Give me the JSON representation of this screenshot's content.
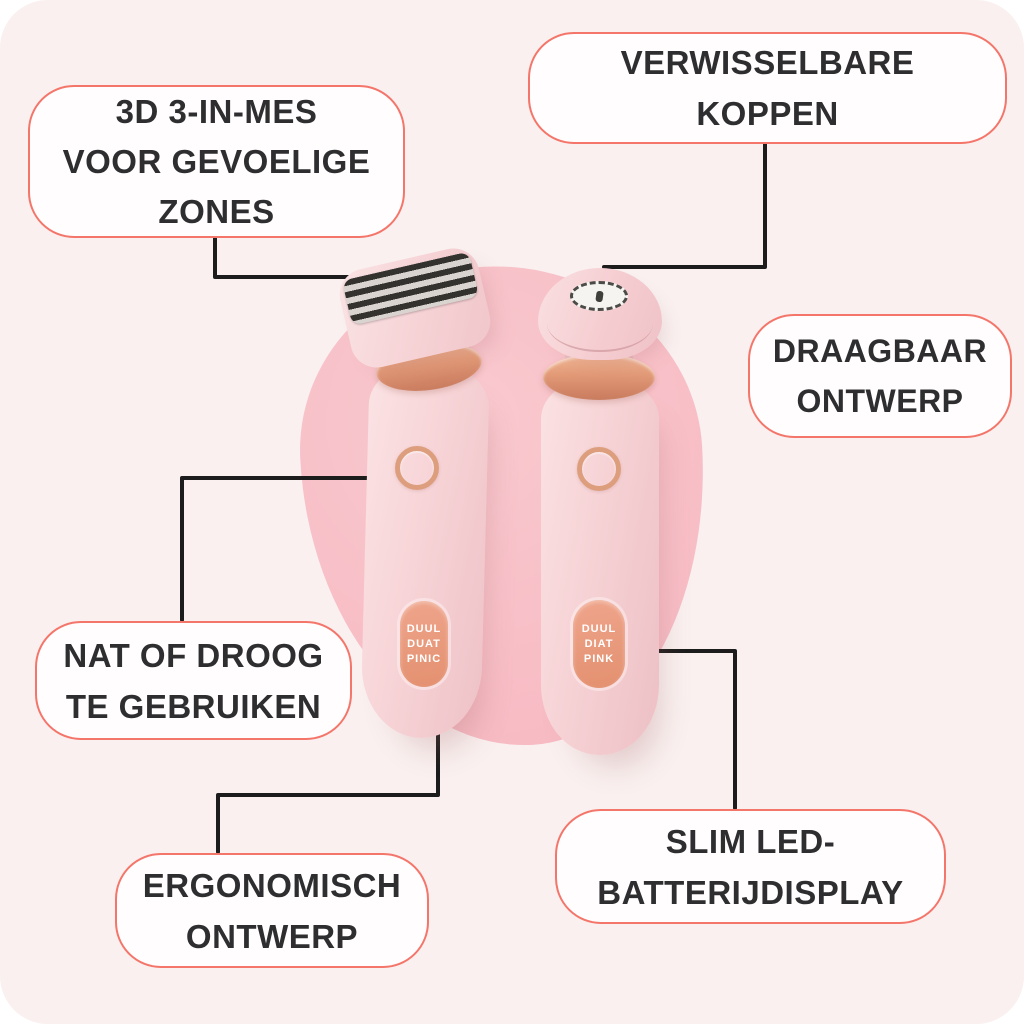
{
  "palette": {
    "canvas_bg": "#f9f0ef",
    "callout_border": "#f4756a",
    "callout_bg": "#fffdfd",
    "text": "#2e2e30",
    "connector": "#1c1c1c",
    "blob": "#f8bfc7",
    "device_pink": "#f7d4d7",
    "rose_gold": "#dd9e7e",
    "label_oval": "#e8947a"
  },
  "callouts": {
    "blade": {
      "lines": [
        "3D 3-IN-MES",
        "VOOR GEVOELIGE",
        "ZONES"
      ]
    },
    "heads": {
      "lines": [
        "VERWISSELBARE",
        "KOPPEN"
      ]
    },
    "portable": {
      "lines": [
        "DRAAGBAAR",
        "ONTWERP"
      ]
    },
    "wet_dry": {
      "lines": [
        "NAT OF DROOG",
        "TE GEBRUIKEN"
      ]
    },
    "ergonomic": {
      "lines": [
        "ERGONOMISCH",
        "ONTWERP"
      ]
    },
    "battery": {
      "lines": [
        "SLIM LED-",
        "BATTERIJDISPLAY"
      ]
    }
  },
  "devices": {
    "shaver": {
      "label_lines": [
        "DUUL",
        "DUAT",
        "PINIC"
      ]
    },
    "trimmer": {
      "label_lines": [
        "DUUL",
        "DIAT",
        "PINK"
      ]
    }
  }
}
